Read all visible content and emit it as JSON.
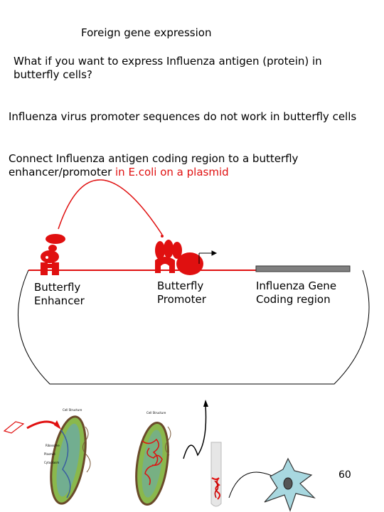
{
  "slide": {
    "title": "Foreign gene expression",
    "question_line1": "What if you want to express Influenza antigen (protein) in",
    "question_line2": "butterfly cells?",
    "statement": "Influenza virus promoter sequences do not work in butterfly cells",
    "connect_line1": "Connect Influenza antigen coding region to a butterfly",
    "connect_line2_black": "enhancer/promoter ",
    "connect_line2_red": "in E.coli on a plasmid",
    "page_number": "60"
  },
  "diagram_labels": {
    "enhancer_line1": "Butterfly",
    "enhancer_line2": "Enhancer",
    "promoter_line1": "Butterfly",
    "promoter_line2": "Promoter",
    "coding_line1": "Influenza Gene",
    "coding_line2": "Coding region"
  },
  "colors": {
    "dna_red": "#e01010",
    "coding_bar": "#808080",
    "bacterium_body": "#8ab84c",
    "cell_fill": "#a8d8e0"
  }
}
